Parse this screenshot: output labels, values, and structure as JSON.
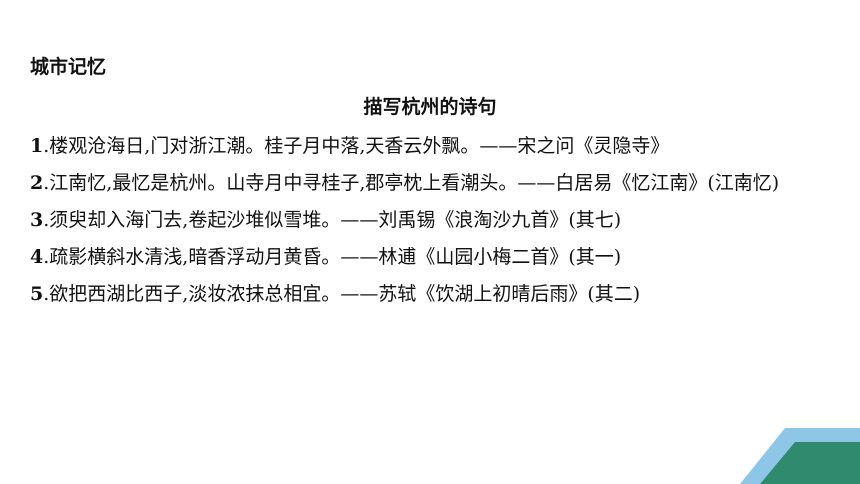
{
  "section_label": "城市记忆",
  "title": "描写杭州的诗句",
  "poems": [
    {
      "num": "1",
      "text": ".楼观沧海日,门对浙江潮。桂子月中落,天香云外飘。——宋之问《灵隐寺》"
    },
    {
      "num": "2",
      "text": ".江南忆,最忆是杭州。山寺月中寻桂子,郡亭枕上看潮头。——白居易《忆江南》(江南忆)"
    },
    {
      "num": "3",
      "text": ".须臾却入海门去,卷起沙堆似雪堆。——刘禹锡《浪淘沙九首》(其七)"
    },
    {
      "num": "4",
      "text": ".疏影横斜水清浅,暗香浮动月黄昏。——林逋《山园小梅二首》(其一)"
    },
    {
      "num": "5",
      "text": ".欲把西湖比西子,淡妆浓抹总相宜。——苏轼《饮湖上初晴后雨》(其二)"
    }
  ],
  "colors": {
    "corner_dark": "#2f8a6e",
    "corner_light": "#8ec6e8"
  }
}
